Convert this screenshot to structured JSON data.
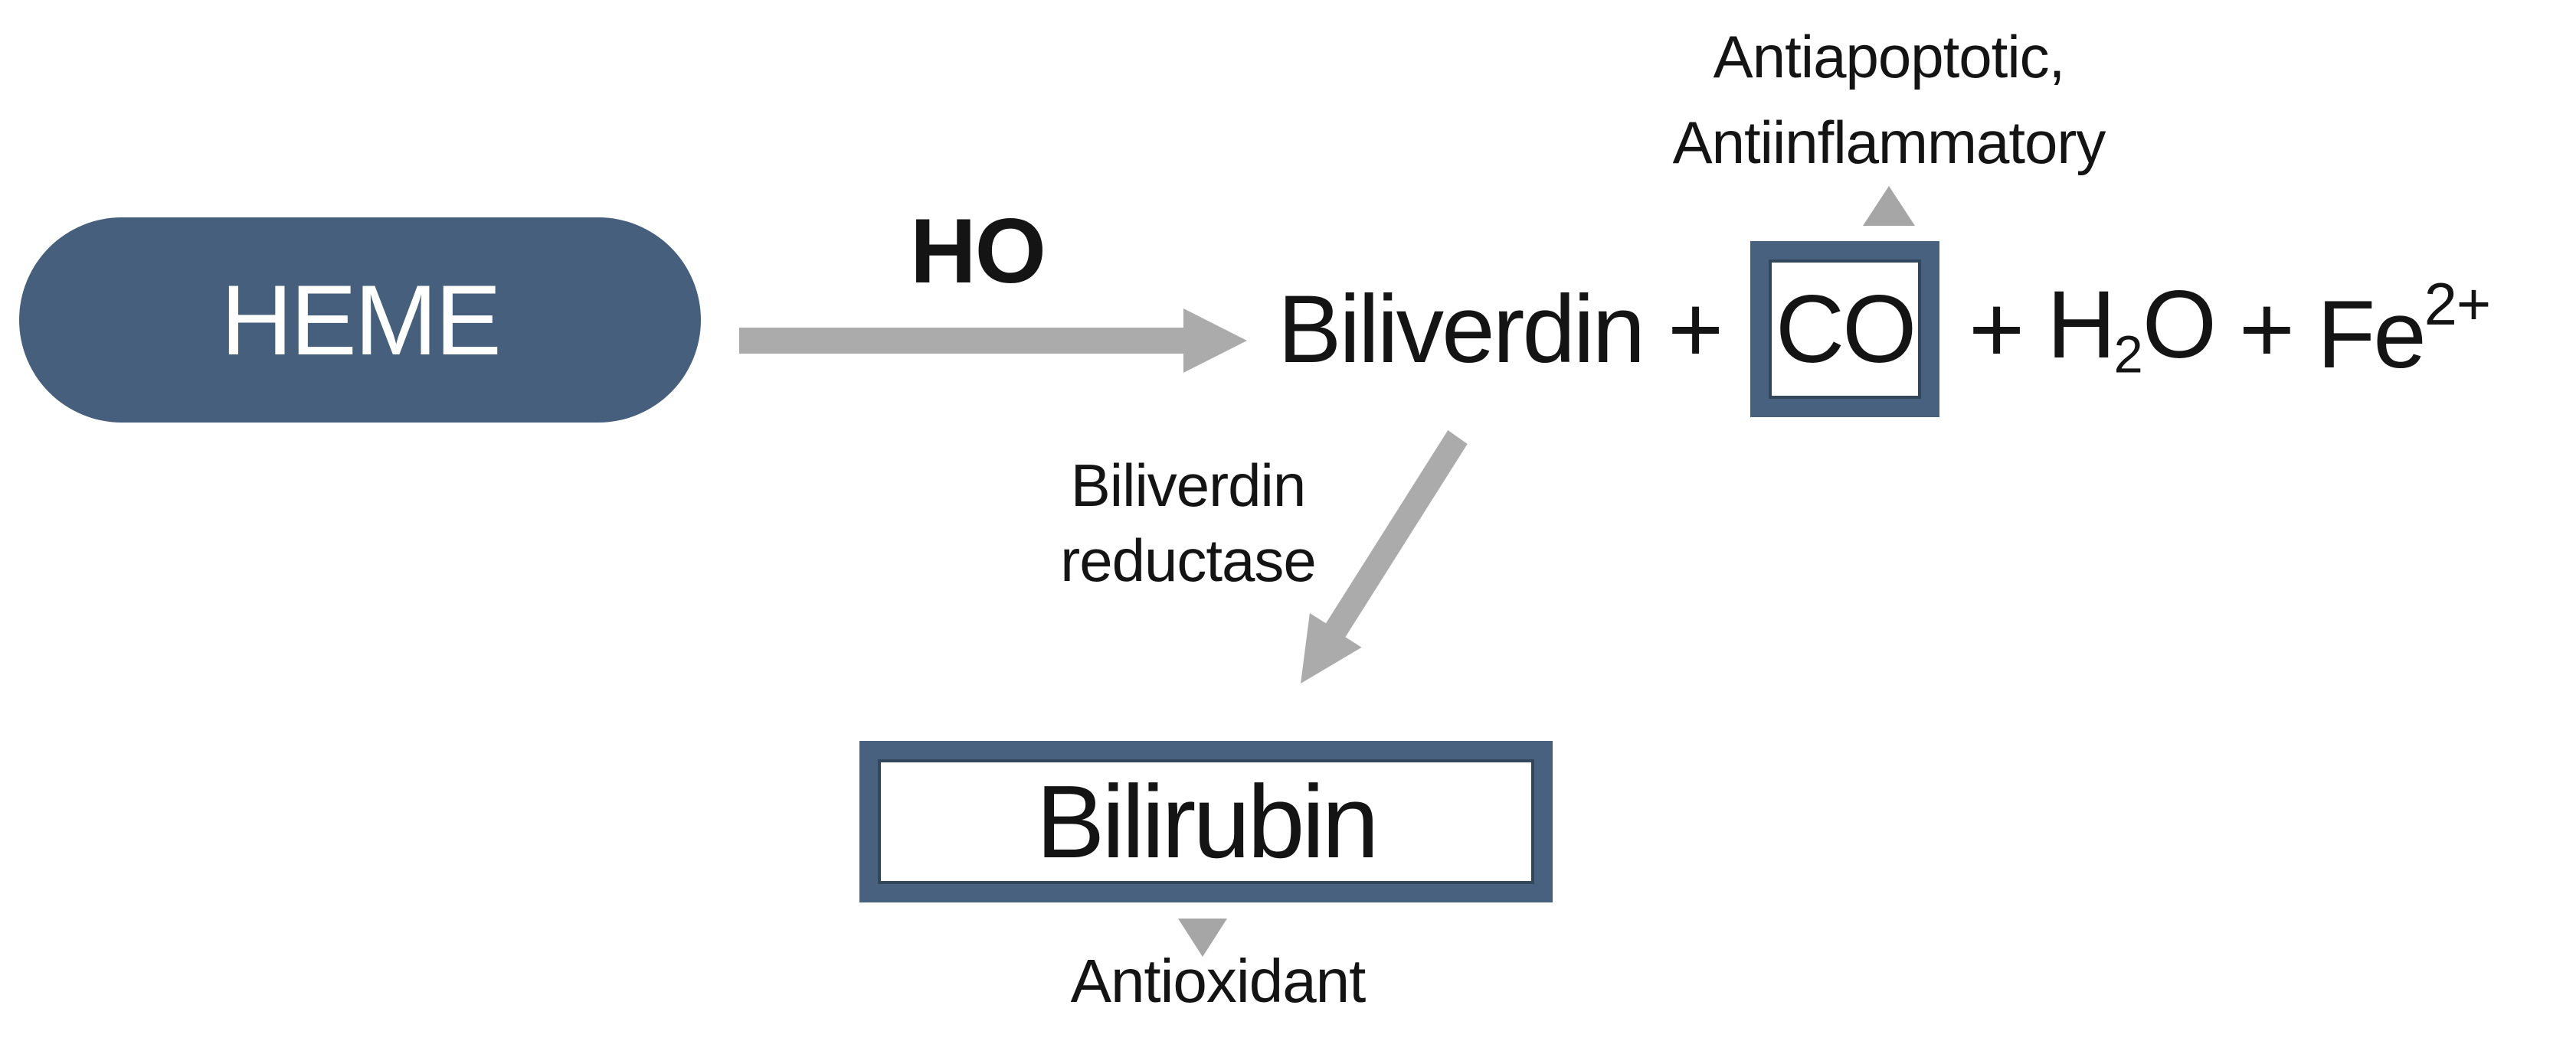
{
  "diagram": {
    "heme": {
      "label": "HEME"
    },
    "ho_arrow": {
      "enzyme_label": "HO"
    },
    "reaction": {
      "biliverdin": "Biliverdin",
      "plus": "+",
      "co": "CO",
      "h2o": {
        "base": "H",
        "sub": "2",
        "after": "O"
      },
      "fe": {
        "base": "Fe",
        "sup": "2+"
      }
    },
    "co_annotation": {
      "line1": "Antiapoptotic,",
      "line2": "Antiinflammatory"
    },
    "reductase_label": {
      "line1": "Biliverdin",
      "line2": "reductase"
    },
    "bilirubin": {
      "label": "Bilirubin"
    },
    "bilirubin_annotation": "Antioxidant",
    "colors": {
      "node_blue": "#455f7c",
      "box_border_blue": "#47617f",
      "box_border_inner": "#32465c",
      "arrow_gray": "#ababab",
      "triangle_gray": "#a6a6a6",
      "text_black": "#141414"
    }
  }
}
